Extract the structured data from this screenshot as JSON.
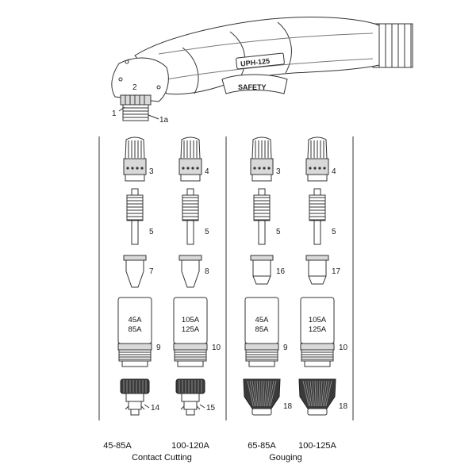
{
  "torch": {
    "model_label": "UPH-125",
    "safety_label": "SAFETY",
    "callouts": [
      "1",
      "1a",
      "2"
    ]
  },
  "columns": [
    {
      "numbers": [
        "3",
        "5",
        "7",
        "9",
        "14"
      ],
      "amps": [
        "45A",
        "85A"
      ]
    },
    {
      "numbers": [
        "4",
        "5",
        "8",
        "10",
        "15"
      ],
      "amps": [
        "105A",
        "125A"
      ]
    },
    {
      "numbers": [
        "3",
        "5",
        "16",
        "9",
        "18"
      ],
      "amps": [
        "45A",
        "85A"
      ]
    },
    {
      "numbers": [
        "4",
        "5",
        "17",
        "10",
        "18"
      ],
      "amps": [
        "105A",
        "125A"
      ]
    }
  ],
  "footer": {
    "ranges": [
      "45-85A",
      "100-120A",
      "65-85A",
      "100-125A"
    ],
    "group_contact": "Contact Cutting",
    "group_gouging": "Gouging"
  }
}
